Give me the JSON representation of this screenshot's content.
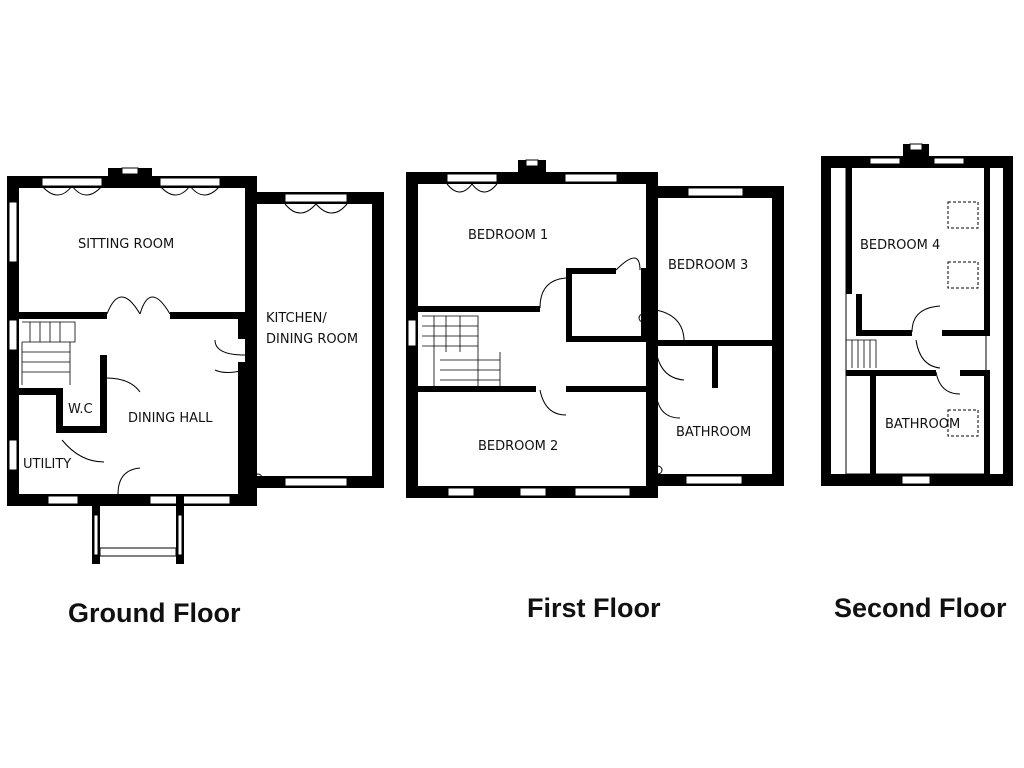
{
  "colors": {
    "wall": "#000000",
    "background": "#ffffff",
    "text": "#111111"
  },
  "floors": [
    {
      "title": "Ground Floor",
      "rooms": [
        "SITTING ROOM",
        "KITCHEN/",
        "DINING ROOM",
        "W.C",
        "DINING HALL",
        "UTILITY"
      ]
    },
    {
      "title": "First Floor",
      "rooms": [
        "BEDROOM 1",
        "BEDROOM 3",
        "BEDROOM 2",
        "BATHROOM"
      ]
    },
    {
      "title": "Second Floor",
      "rooms": [
        "BEDROOM 4",
        "BATHROOM"
      ]
    }
  ]
}
